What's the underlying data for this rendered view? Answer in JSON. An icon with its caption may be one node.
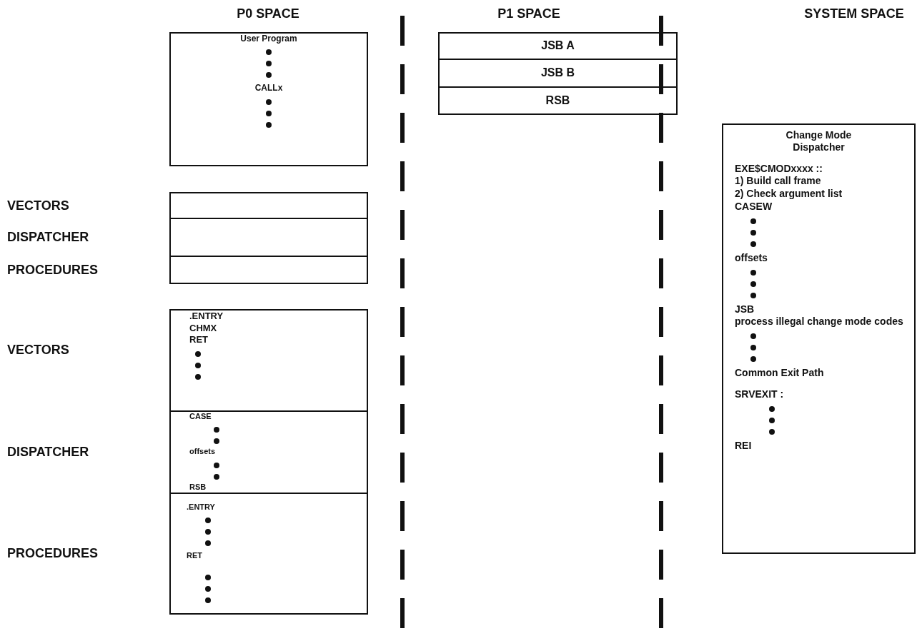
{
  "diagram": {
    "nodes": [
      {
        "text": [
          "User Program",
          "CALLx"
        ]
      },
      {
        "text": [],
        "shape": "box"
      },
      {
        "text": [],
        "shape": "box"
      },
      {
        "text": [],
        "shape": "box"
      },
      {
        "text": [
          ".ENTRY",
          "CHMX",
          "RET"
        ]
      },
      {
        "text": [
          "CASE",
          "offsets",
          "RSB"
        ]
      },
      {
        "text": [
          ".ENTRY",
          "RET"
        ]
      },
      {
        "text": [
          "JSB A"
        ]
      },
      {
        "text": [
          "JSB B"
        ]
      },
      {
        "text": [
          "RSB"
        ]
      },
      {
        "text": [
          "Change Mode Dispatcher",
          "EXE$CMODxxxx ::",
          "1) Build call frame",
          "2) Check argument list",
          "CASEW",
          "offsets",
          "JSB",
          "process illegal change mode codes",
          "Common Exit Path",
          "SRVEXIT :",
          "REI"
        ]
      }
    ],
    "edges": [],
    "labels": [
      "P0 SPACE",
      "P1 SPACE",
      "SYSTEM SPACE",
      "VECTORS",
      "DISPATCHER",
      "PROCEDURES",
      "VECTORS",
      "DISPATCHER",
      "PROCEDURES"
    ]
  }
}
